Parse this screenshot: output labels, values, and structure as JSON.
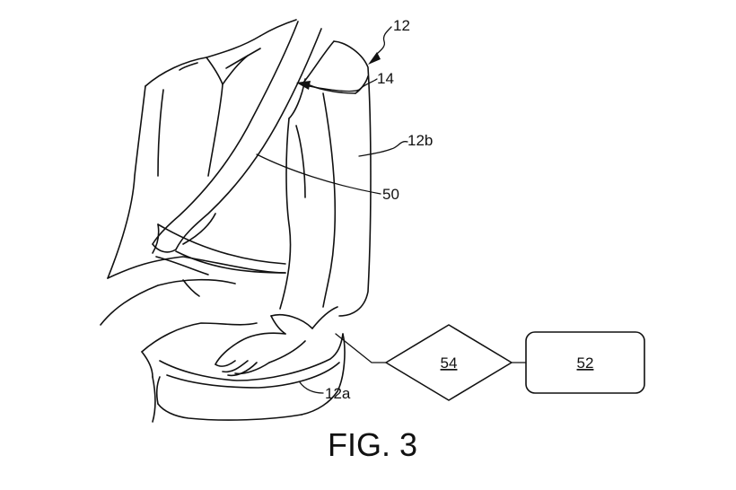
{
  "figure": {
    "caption": "FIG. 3",
    "labels": {
      "seat": "12",
      "sensor": "14",
      "seatback": "12b",
      "belt": "50",
      "cushion": "12a"
    },
    "blocks": {
      "decision": "54",
      "controller": "52"
    }
  }
}
